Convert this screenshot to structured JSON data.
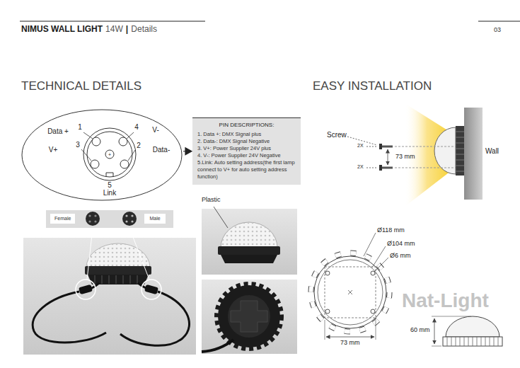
{
  "diagram": {
    "nodes": [
      {
        "text": [
          "Data +",
          "1",
          "4",
          "V-",
          "V+",
          "3",
          "2",
          "Data-",
          "+",
          "5",
          "Link"
        ]
      },
      {
        "text": [
          "PIN DESCRIPTIONS:",
          "1. Data +: DMX Signal plus",
          "2. Data-: DMX Signal Negative",
          "3. V+: Power Supplier 24V plus",
          "4. V-: Power Supplier 24V Negative",
          "5.Link: Auto setting address(the first lamp connect to V+ for auto setting address function)"
        ]
      },
      {
        "text": [
          "Female"
        ]
      },
      {
        "text": [
          "Male"
        ]
      }
    ],
    "edges": [
      {
        "from": 0,
        "to": 1,
        "arrow": "to"
      }
    ],
    "labels": [
      "NIMUS WALL LIGHT",
      "14W",
      "|",
      "Details",
      "03",
      "TECHNICAL DETAILS",
      "EASY INSTALLATION",
      "Plastic",
      "Screw",
      "2X",
      "2X",
      "73 mm",
      "Wall",
      "Ø118 mm",
      "Ø104 mm",
      "Ø6 mm",
      "60 mm",
      "73 mm",
      "Nat-Light"
    ]
  }
}
